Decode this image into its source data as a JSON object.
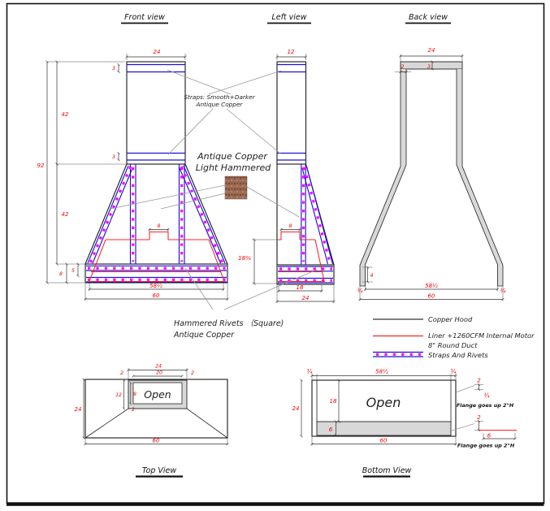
{
  "views": {
    "front": {
      "title": "Front view",
      "dim_top_width": "24",
      "dim_total_height": "92",
      "dim_upper_height": "42",
      "dim_strap_top": "3",
      "dim_strap_mid": "3",
      "dim_lower_height": "42",
      "dim_band_height": "8",
      "dim_band_inner": "5",
      "dim_duct": "8",
      "dim_liner_width": "58½",
      "dim_bottom_width": "60"
    },
    "left": {
      "title": "Left view",
      "dim_top_width": "12",
      "dim_duct": "8",
      "dim_liner_height": "18⅜",
      "dim_liner_width": "18",
      "dim_bottom_width": "24"
    },
    "back": {
      "title": "Back view",
      "dim_top_width": "24",
      "dim_wall_side": "2",
      "dim_wall_top": "3",
      "dim_foot": "4",
      "dim_left_wall": "¾",
      "dim_inner_width": "58½",
      "dim_right_wall": "¾",
      "dim_bottom_width": "60"
    },
    "top": {
      "title": "Top View",
      "open": "Open",
      "dim_frame_width": "24",
      "dim_opening_width": "20",
      "dim_frame_left": "2",
      "dim_frame_right": "2",
      "dim_frame_depth": "12",
      "dim_opening_depth": "9",
      "dim_frame_bottom": "2",
      "dim_depth": "24",
      "dim_width": "60"
    },
    "bottom": {
      "title": "Bottom View",
      "open": "Open",
      "dim_wall_left": "¾",
      "dim_inner_width": "58½",
      "dim_wall_right": "¾",
      "dim_depth": "24",
      "dim_open_depth": "18",
      "dim_band": "6",
      "dim_width": "60",
      "flange_top": {
        "dim_height": "2",
        "dim_wall": "¾",
        "note": "Flange goes up 2\"H"
      },
      "flange_bottom": {
        "dim_height": "2",
        "dim_width": "6",
        "note": "Flange goes up 2\"H"
      }
    }
  },
  "annotations": {
    "straps_line1": "Straps: Smooth+Darker",
    "straps_line2": "Antique Copper",
    "material_line1": "Antique Copper",
    "material_line2": "Light Hammered",
    "rivets_line1": "Hammered Rivets （Square)",
    "rivets_line2": "Antique Copper"
  },
  "legend": {
    "copper_hood": "Copper Hood",
    "liner_line1": "Liner +1260CFM Internal Motor",
    "liner_line2": "8\" Round Duct",
    "straps": "Straps And Rivets"
  },
  "colors": {
    "dimension": "#f20000",
    "strap": "#1a12d8",
    "rivet": "#ff00ff",
    "liner": "#ff2024",
    "fill_gray": "#d8d8d8",
    "copper": "#9b6950"
  }
}
